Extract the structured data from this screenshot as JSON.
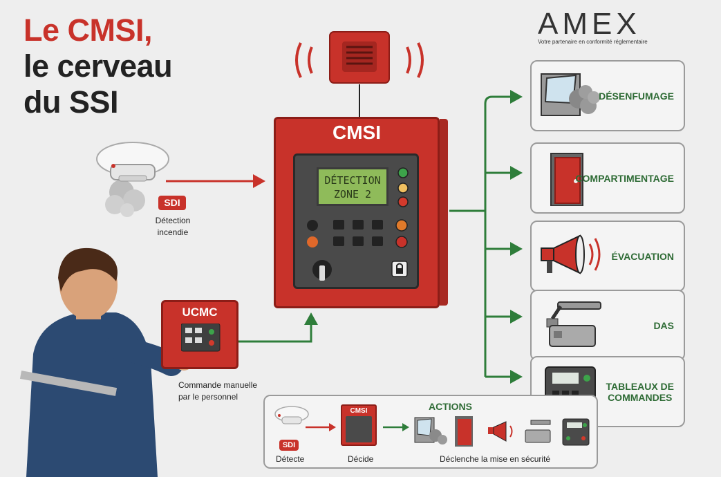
{
  "title": {
    "line1": "Le CMSI,",
    "line2": "le cerveau",
    "line3": "du SSI"
  },
  "brand": {
    "logo": "AMEX",
    "tagline": "Votre partenaire en conformité réglementaire"
  },
  "sdi": {
    "badge": "SDI",
    "caption_line1": "Détection",
    "caption_line2": "incendie"
  },
  "cmsi": {
    "title": "CMSI",
    "screen_line1": "DÉTECTION",
    "screen_line2": "ZONE 2"
  },
  "ucmc": {
    "title": "UCMC",
    "caption_line1": "Commande manuelle",
    "caption_line2": "par le personnel"
  },
  "outputs": [
    {
      "label": "DÉSENFUMAGE",
      "icon": "window-smoke-icon"
    },
    {
      "label": "COMPARTIMENTAGE",
      "icon": "fire-door-icon"
    },
    {
      "label": "ÉVACUATION",
      "icon": "megaphone-icon"
    },
    {
      "label": "DAS",
      "icon": "door-closer-icon"
    },
    {
      "label_line1": "TABLEAUX DE",
      "label_line2": "COMMANDES",
      "icon": "control-panel-icon"
    }
  ],
  "summary": {
    "sdi_badge": "SDI",
    "cmsi_mini": "CMSI",
    "actions_title": "ACTIONS",
    "step1": "Détecte",
    "step2": "Décide",
    "step3": "Déclenche la mise en sécurité"
  },
  "colors": {
    "red": "#c8322a",
    "green": "#2e7d3a",
    "dark_red": "#8c1d17"
  }
}
